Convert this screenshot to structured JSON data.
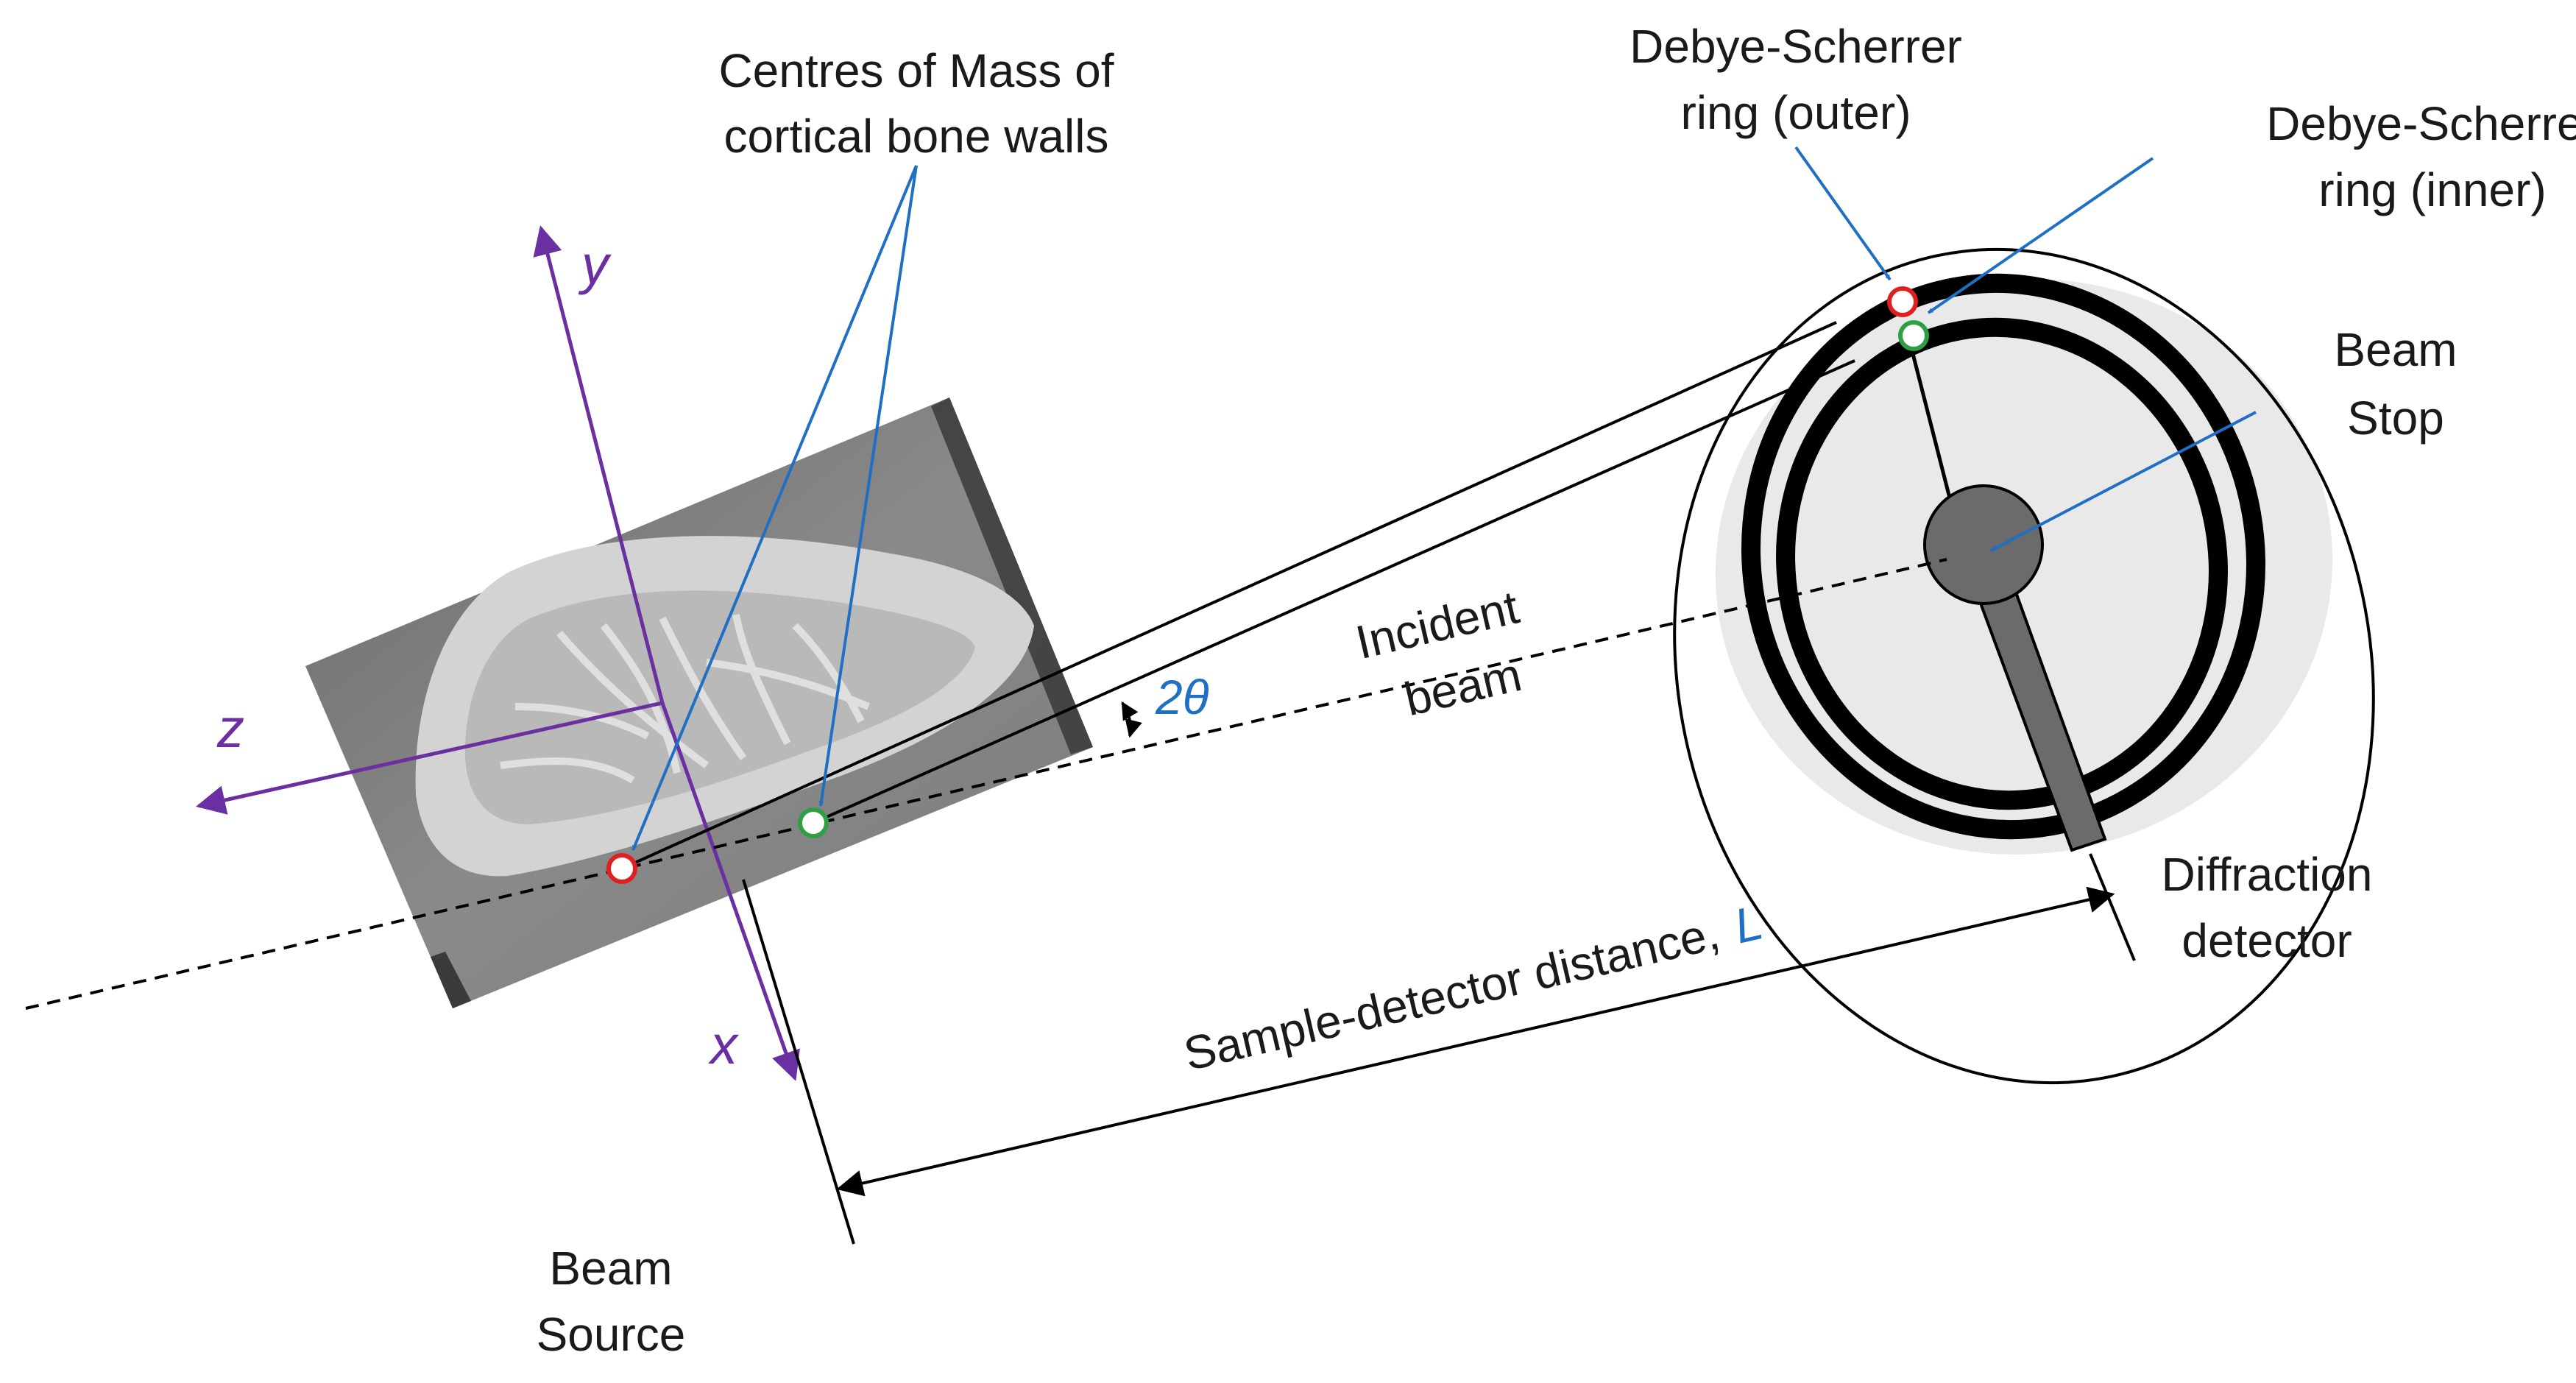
{
  "labels": {
    "centres_line1": "Centres of Mass of",
    "centres_line2": "cortical bone walls",
    "ds_outer_line1": "Debye-Scherrer",
    "ds_outer_line2": "ring (outer)",
    "ds_inner_line1": "Debye-Scherrer",
    "ds_inner_line2": "ring (inner)",
    "beam_stop_line1": "Beam",
    "beam_stop_line2": "Stop",
    "incident_line1": "Incident",
    "incident_line2": "beam",
    "two_theta": "2θ",
    "sample_detector": "Sample-detector distance,",
    "sample_detector_symbol": "L",
    "diffraction_line1": "Diffraction",
    "diffraction_line2": "detector",
    "beam_source_line1": "Beam",
    "beam_source_line2": "Source",
    "axis_x": "x",
    "axis_y": "y",
    "axis_z": "z"
  },
  "colors": {
    "axes": "#6a2fa0",
    "pointer_arrows": "#1f6fc5",
    "outer_ring_marker": "#e02020",
    "inner_ring_marker": "#2ea043",
    "rings": "#000000",
    "beam_stop": "#6b6b6b",
    "detector_shading": "#e9e9e9"
  },
  "icons": {
    "outer_marker": "red-circle-marker",
    "inner_marker": "green-circle-marker"
  }
}
